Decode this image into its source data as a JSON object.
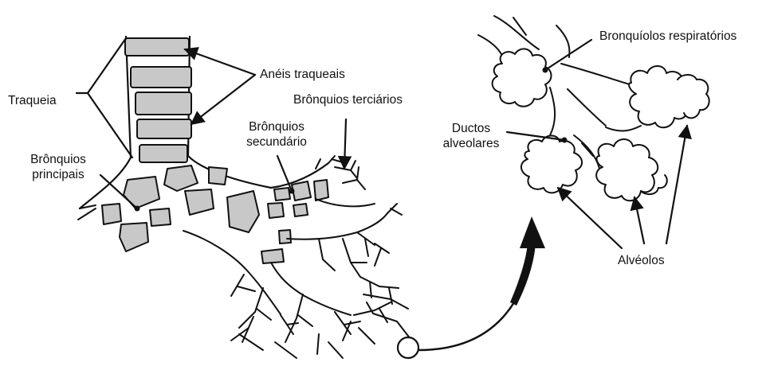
{
  "labels": {
    "traqueia": "Traqueia",
    "aneis_traqueais": "Anéis traqueais",
    "bronquios_terciarios": "Brônquios terciários",
    "bronquios_secundario_1": "Brônquios",
    "bronquios_secundario_2": "secundário",
    "bronquios_principais_1": "Brônquios",
    "bronquios_principais_2": "principais",
    "bronquiolos_respiratorios": "Bronquíolos respiratórios",
    "ductos_alveolares_1": "Ductos",
    "ductos_alveolares_2": "alveolares",
    "alveolos": "Alvéolos"
  },
  "colors": {
    "cartilage_fill": "#c8c8c8",
    "stroke": "#111111",
    "background": "#ffffff"
  }
}
